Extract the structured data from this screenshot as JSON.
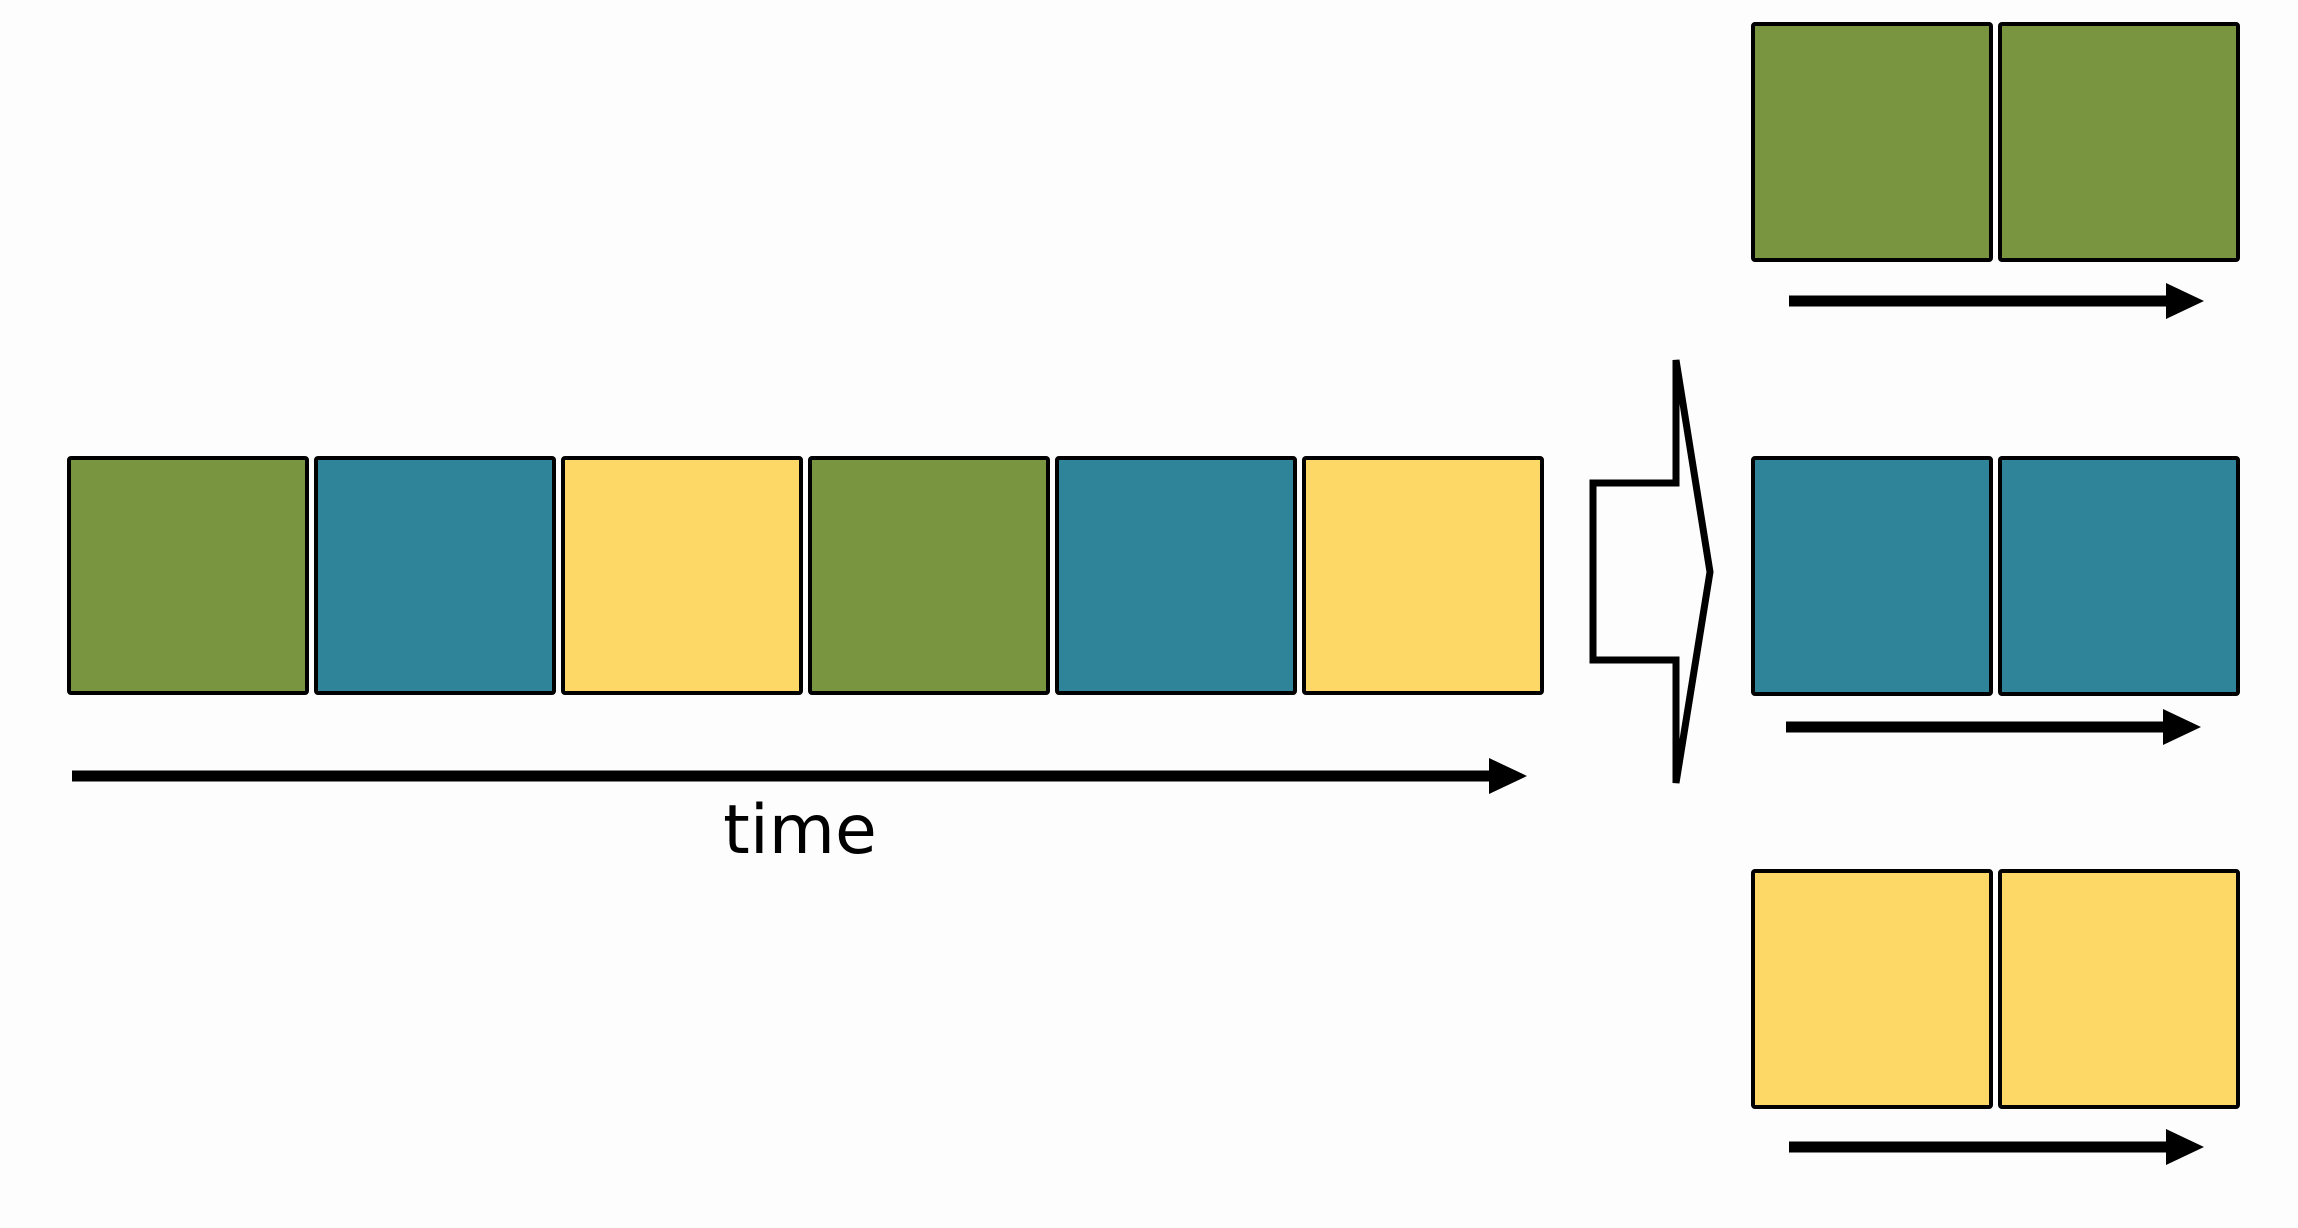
{
  "colors": {
    "green": "#79953f",
    "blue": "#2f8499",
    "yellow": "#fdd866",
    "outline": "#000000",
    "background": "#fdfdfd"
  },
  "timeline": {
    "label": "time",
    "blocks": [
      "green",
      "blue",
      "yellow",
      "green",
      "blue",
      "yellow"
    ]
  },
  "split_arrow": {
    "icon": "split-arrow-icon"
  },
  "groups": [
    {
      "name": "green-group",
      "blocks": [
        "green",
        "green"
      ]
    },
    {
      "name": "blue-group",
      "blocks": [
        "blue",
        "blue"
      ]
    },
    {
      "name": "yellow-group",
      "blocks": [
        "yellow",
        "yellow"
      ]
    }
  ]
}
